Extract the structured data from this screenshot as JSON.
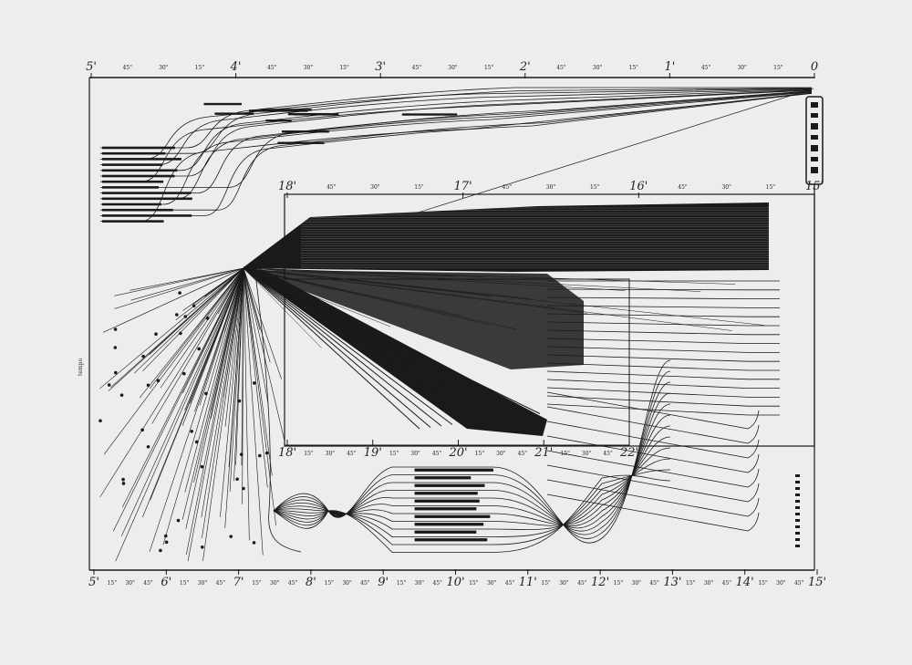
{
  "colors": {
    "paper": "#ededeb",
    "ink": "#1a1a1a",
    "ink_light": "#555555"
  },
  "top_scale": {
    "major": [
      "5'",
      "4'",
      "3'",
      "2'",
      "1'",
      "0"
    ],
    "minor": [
      "45\"",
      "30\"",
      "15\"",
      "45\"",
      "30\"",
      "15\"",
      "45\"",
      "30\"",
      "15\"",
      "45\"",
      "30\"",
      "15\"",
      "45\"",
      "30\"",
      "15\""
    ]
  },
  "bottom_scale": {
    "major": [
      "5'",
      "6'",
      "7'",
      "8'",
      "9'",
      "10'",
      "11'",
      "12'",
      "13'",
      "14'",
      "15'"
    ],
    "minor": [
      "15\"",
      "30\"",
      "45\"",
      "15\"",
      "30\"",
      "45\"",
      "15\"",
      "30\"",
      "45\"",
      "15\"",
      "30\"",
      "45\"",
      "15\"",
      "30\"",
      "45\"",
      "15\"",
      "30\"",
      "45\"",
      "15\"",
      "30\"",
      "45\"",
      "15\"",
      "30\"",
      "45\"",
      "15\"",
      "30\"",
      "45\"",
      "15\"",
      "30\"",
      "45\""
    ]
  },
  "inset_top_scale": {
    "major": [
      "18'",
      "17'",
      "16'",
      "15'"
    ],
    "minor": [
      "45\"",
      "30\"",
      "15\"",
      "45\"",
      "30\"",
      "15\"",
      "45\"",
      "30\"",
      "15\""
    ]
  },
  "inset_bottom_scale": {
    "major": [
      "18'",
      "19'",
      "20'",
      "21'",
      "22'"
    ],
    "minor": [
      "15\"",
      "30\"",
      "45\"",
      "15\"",
      "30\"",
      "45\"",
      "15\"",
      "30\"",
      "45\"",
      "15\"",
      "30\"",
      "45\""
    ]
  },
  "side_label": "tempo"
}
